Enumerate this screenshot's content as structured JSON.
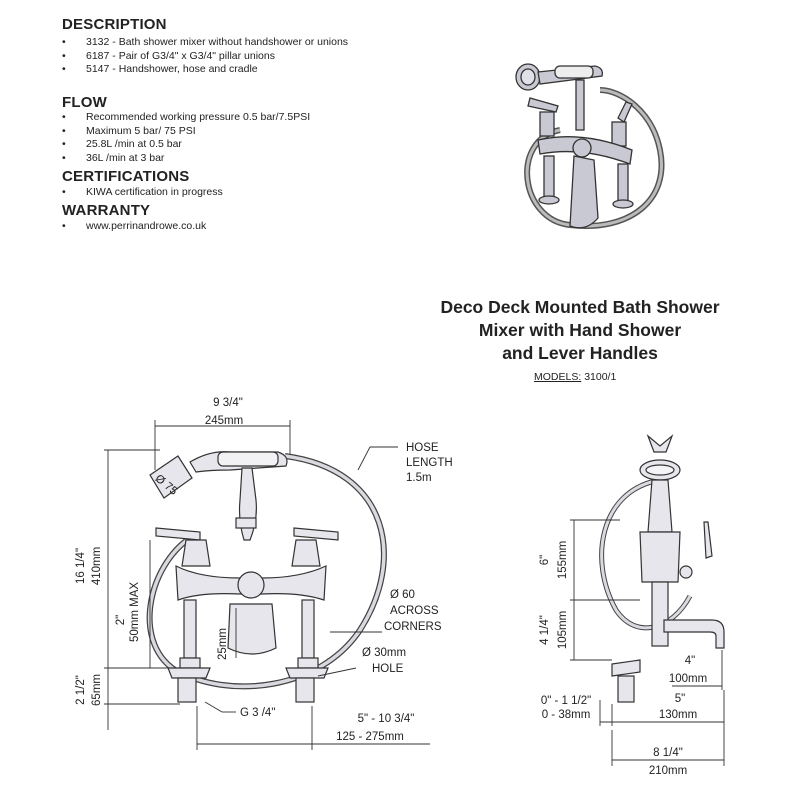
{
  "description": {
    "heading": "DESCRIPTION",
    "items": [
      "3132 - Bath shower mixer without handshower or unions",
      "6187 - Pair of G3/4\" x G3/4\" pillar unions",
      "5147 - Handshower, hose and cradle"
    ]
  },
  "flow": {
    "heading": "FLOW",
    "items": [
      "Recommended working pressure 0.5 bar/7.5PSI",
      "Maximum 5 bar/ 75 PSI",
      "25.8L /min at 0.5 bar",
      "36L /min at 3 bar"
    ]
  },
  "certifications": {
    "heading": "CERTIFICATIONS",
    "items": [
      "KIWA certification in progress"
    ]
  },
  "warranty": {
    "heading": "WARRANTY",
    "items": [
      "www.perrinandrowe.co.uk"
    ]
  },
  "product": {
    "title_lines": [
      "Deco Deck Mounted Bath Shower",
      "Mixer with Hand Shower",
      "and Lever Handles"
    ],
    "models_label": "MODELS:",
    "models_value": "3100/1"
  },
  "front_dims": {
    "width_in": "9 3/4\"",
    "width_mm": "245mm",
    "hose_1": "HOSE",
    "hose_2": "LENGTH",
    "hose_3": "1.5m",
    "handset": "Ø 75",
    "height_in": "16 1/4\"",
    "height_mm": "410mm",
    "max_in": "2\"",
    "max_mm": "50mm MAX",
    "across_1": "Ø 60",
    "across_2": "ACROSS",
    "across_3": "CORNERS",
    "spout_h": "25mm",
    "hole_1": "Ø 30mm",
    "hole_2": "HOLE",
    "base_in": "2 1/2\"",
    "base_mm": "65mm",
    "thread": "G 3 /4\"",
    "centres_in": "5\" - 10 3/4\"",
    "centres_mm": "125 - 275mm"
  },
  "side_dims": {
    "upper_in": "6\"",
    "upper_mm": "155mm",
    "lower_in": "4 1/4\"",
    "lower_mm": "105mm",
    "reach_in": "4\"",
    "reach_mm": "100mm",
    "offset_in": "0\" - 1 1/2\"",
    "offset_mm": "0 - 38mm",
    "spout_in": "5\"",
    "spout_mm": "130mm",
    "total_in": "8 1/4\"",
    "total_mm": "210mm"
  }
}
